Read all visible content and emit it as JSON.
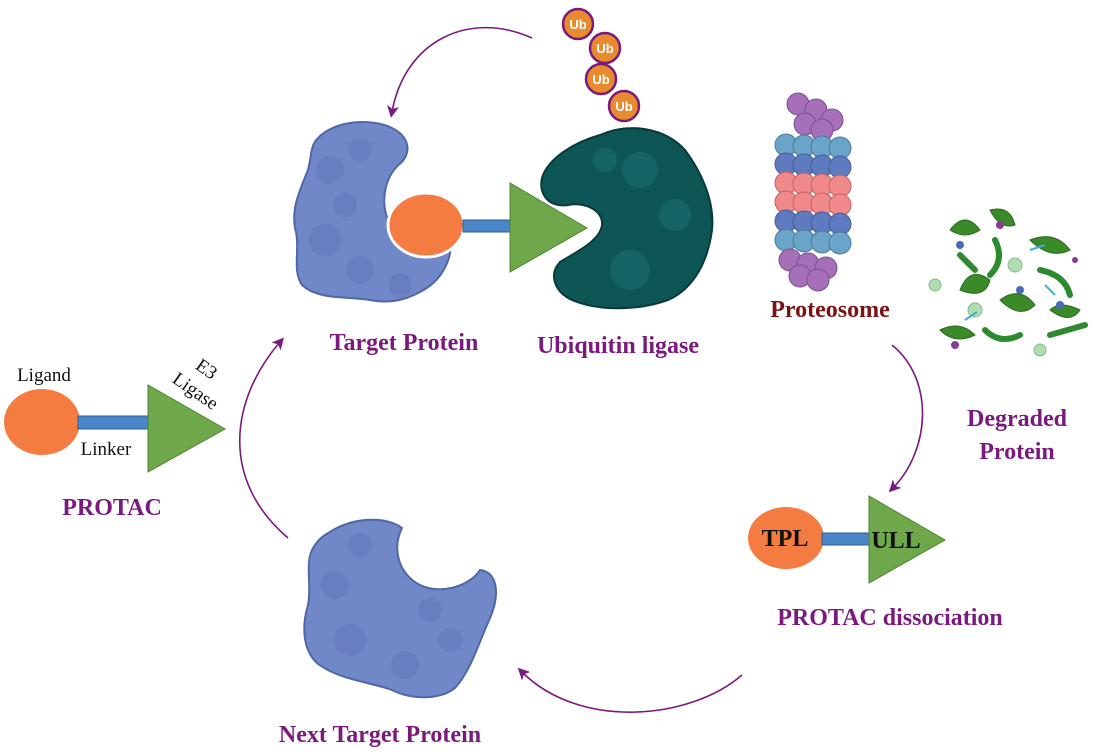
{
  "labels": {
    "target_protein": "Target Protein",
    "ubiquitin_ligase": "Ubiquitin ligase",
    "proteosome": "Proteosome",
    "degraded_protein_line1": "Degraded",
    "degraded_protein_line2": "Protein",
    "protac": "PROTAC",
    "ligand": "Ligand",
    "linker": "Linker",
    "e3": "E3",
    "ligase": "Ligase",
    "tpl": "TPL",
    "ull": "ULL",
    "protac_dissociation": "PROTAC dissociation",
    "next_target_protein": "Next Target Protein",
    "ub": "Ub"
  },
  "colors": {
    "label_purple": "#7a1a7e",
    "label_dark_red": "#7a1414",
    "protein_blue": "#7088c8",
    "ligase_teal": "#0e5555",
    "ligand_orange": "#f47c40",
    "e3_green": "#6fa84a",
    "linker_blue": "#4a86c8",
    "ub_orange": "#e88a2e",
    "arrow_purple": "#7a1a7e"
  },
  "icons": [
    "target-protein-shape",
    "ubiquitin-ligase-shape",
    "ubiquitin-chain",
    "proteosome-stack",
    "degraded-protein-fragments",
    "protac-molecule",
    "next-target-protein-shape"
  ]
}
